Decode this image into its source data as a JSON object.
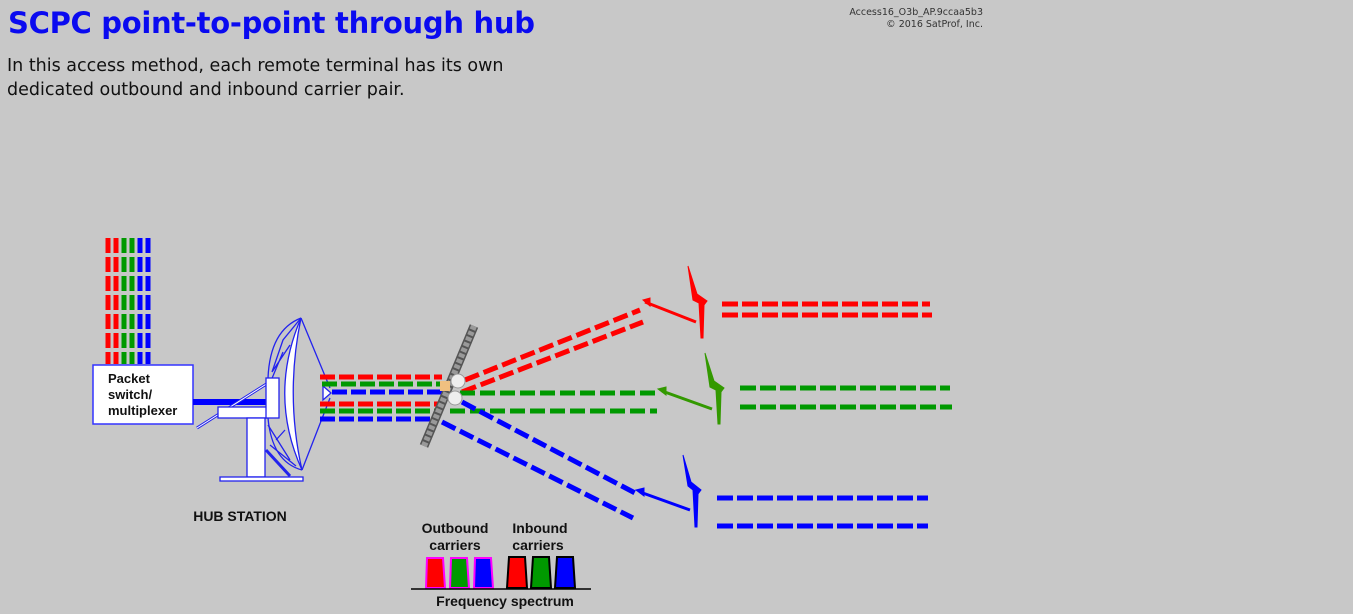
{
  "header": {
    "title": "SCPC point-to-point through hub",
    "description": "In this access method, each remote terminal has its own dedicated outbound and inbound carrier pair.",
    "version_id": "Access16_O3b_AP.9ccaa5b3",
    "copyright": "© 2016 SatProf, Inc."
  },
  "diagram": {
    "packet_switch_label": [
      "Packet",
      "switch/",
      "multiplexer"
    ],
    "hub_label": "HUB STATION",
    "spectrum": {
      "outbound_label": [
        "Outbound",
        "carriers"
      ],
      "inbound_label": [
        "Inbound",
        "carriers"
      ],
      "axis_label": "Frequency spectrum"
    },
    "colors": {
      "red": "#ff0000",
      "green": "#009900",
      "blue": "#0000ff",
      "outbound_outline": "#ff00ff",
      "title": "#0a0af0"
    }
  }
}
